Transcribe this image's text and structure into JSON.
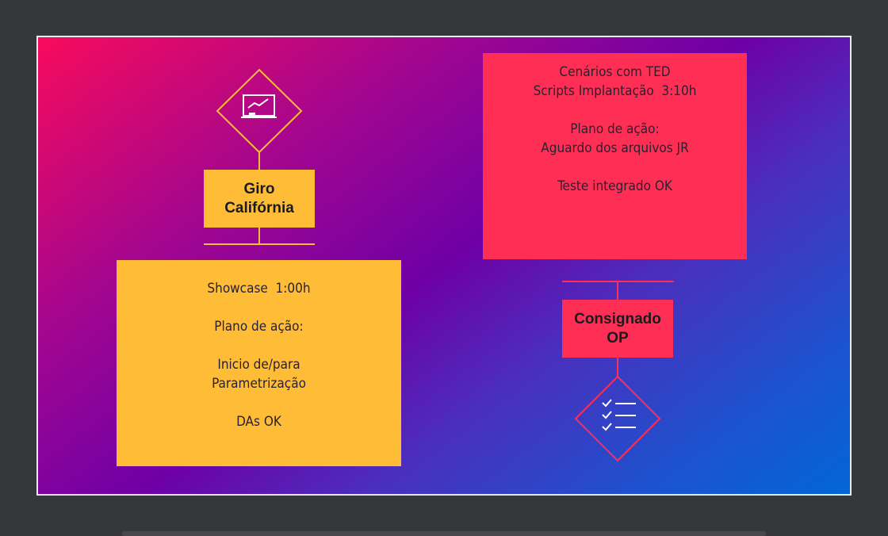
{
  "left_card": {
    "title_lines": [
      "Giro",
      "Califórnia"
    ],
    "body_lines": [
      "Showcase  1:00h",
      "",
      "Plano de ação:",
      "",
      "Inicio de/para",
      "Parametrização",
      "",
      "DAs OK"
    ],
    "icon": "presentation-chart-icon",
    "color": "#ffbc37"
  },
  "right_card": {
    "title_lines": [
      "Consignado",
      "OP"
    ],
    "body_lines": [
      "Cenários com TED",
      "Scripts Implantação  3:10h",
      "",
      "Plano de ação:",
      "Aguardo dos arquivos JR",
      "",
      "Teste integrado OK"
    ],
    "icon": "checklist-icon",
    "color": "#ff2e55"
  },
  "colors": {
    "background": "#36373a",
    "gradient_start": "#f70b5c",
    "gradient_mid": "#6e00a6",
    "gradient_end": "#0266d6"
  }
}
